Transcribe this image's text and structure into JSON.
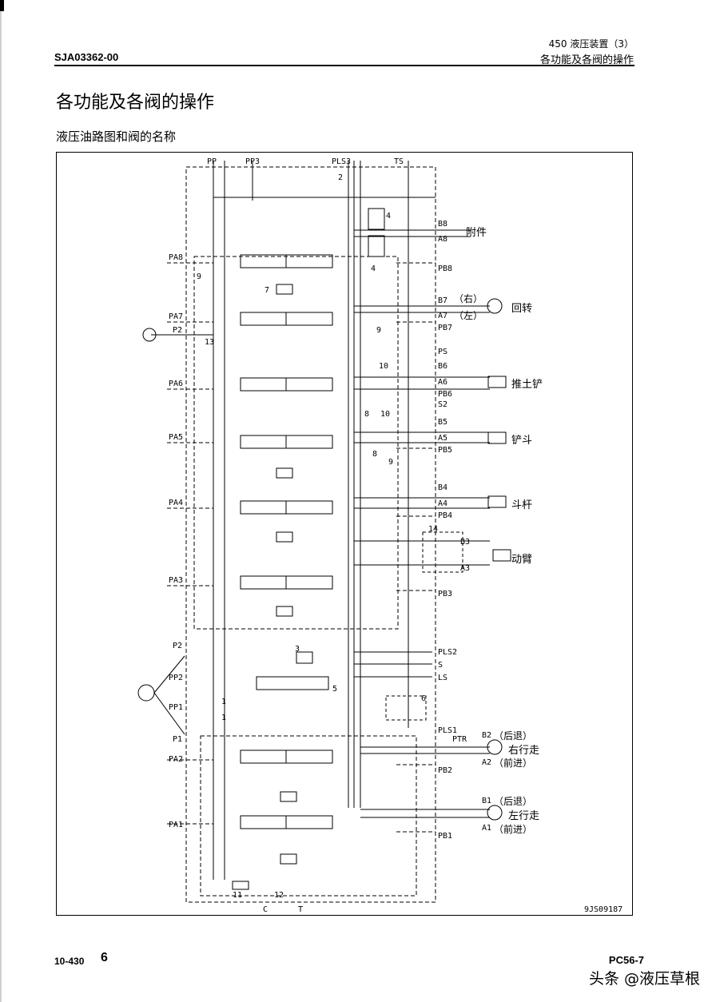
{
  "header": {
    "doc_code": "SJA03362-00",
    "section_line1": "450 液压装置（3）",
    "section_line2": "各功能及各阀的操作"
  },
  "page": {
    "title": "各功能及各阀的操作",
    "subtitle": "液压油路图和阀的名称"
  },
  "diagram": {
    "top_ports": [
      "PP",
      "PP3",
      "PLS3",
      "TS"
    ],
    "left_ports": [
      "PA8",
      "PA7",
      "P2",
      "PA6",
      "PA5",
      "PA4",
      "PA3",
      "P2",
      "PP2",
      "PP1",
      "P1",
      "PA2",
      "PA1"
    ],
    "right_ports": [
      "B8",
      "A8",
      "PB8",
      "B7",
      "A7",
      "PB7",
      "PS",
      "B6",
      "A6",
      "PB6",
      "S2",
      "B5",
      "A5",
      "PB5",
      "B4",
      "A4",
      "PB4",
      "B3",
      "A3",
      "PB3",
      "PLS2",
      "S",
      "LS",
      "PLS1",
      "PTR",
      "B2",
      "A2",
      "PB2",
      "B1",
      "A1",
      "PB1"
    ],
    "bottom_ports": [
      "C",
      "T"
    ],
    "actuators": {
      "attachment": "附件",
      "swing": "回转",
      "swing_right": "（右）",
      "swing_left": "（左）",
      "blade": "推土铲",
      "bucket": "铲斗",
      "arm": "斗杆",
      "boom": "动臂",
      "right_travel": "右行走",
      "left_travel": "左行走",
      "reverse": "（后退）",
      "forward": "（前进）"
    },
    "part_numbers": [
      "2",
      "4",
      "4",
      "7",
      "9",
      "13",
      "9",
      "10",
      "8",
      "10",
      "8",
      "9",
      "14",
      "3",
      "5",
      "6",
      "1",
      "1",
      "11",
      "12"
    ],
    "drawing_code": "9JS09187"
  },
  "footer": {
    "page_code": "10-430",
    "page_number": "6",
    "model": "PC56-7"
  },
  "watermark": "头条 @液压草根"
}
